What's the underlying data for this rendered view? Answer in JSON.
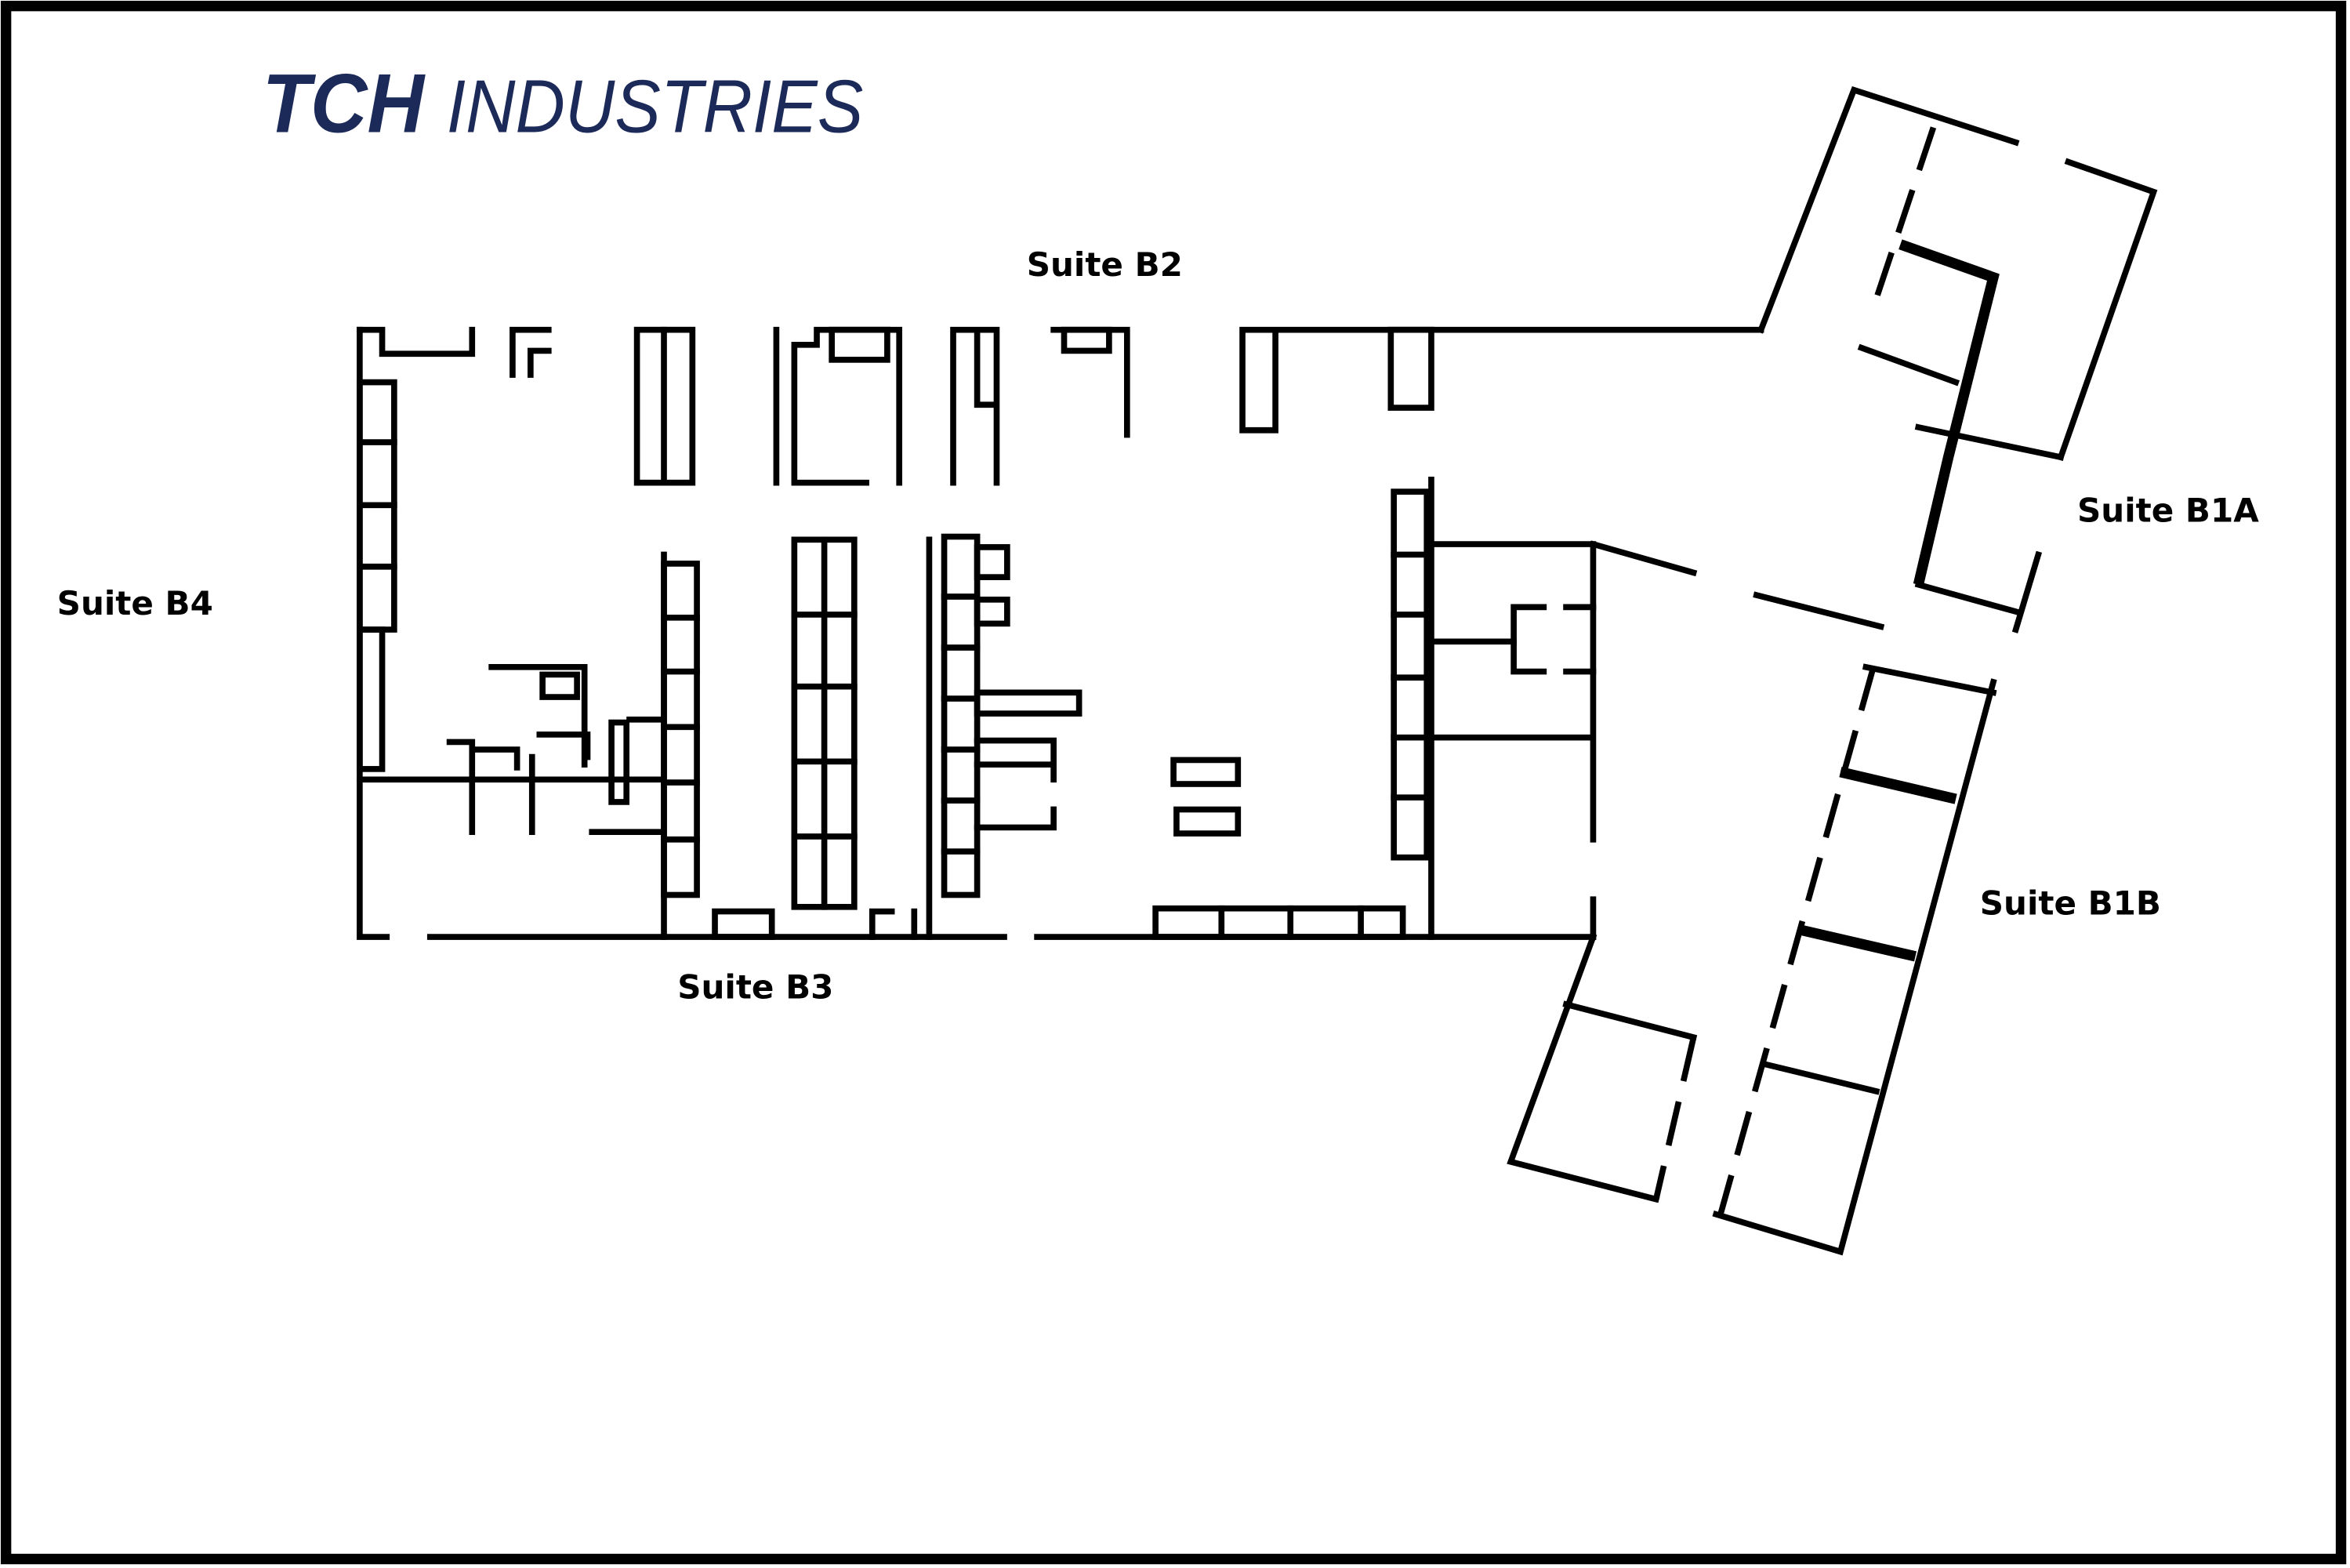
{
  "logo": {
    "brand": "TCH",
    "suffix": "INDUSTRIES",
    "color": "#1c2a5a"
  },
  "suites": {
    "b1a": "Suite B1A",
    "b1b": "Suite B1B",
    "b2": "Suite B2",
    "b3": "Suite B3",
    "b4": "Suite B4"
  }
}
